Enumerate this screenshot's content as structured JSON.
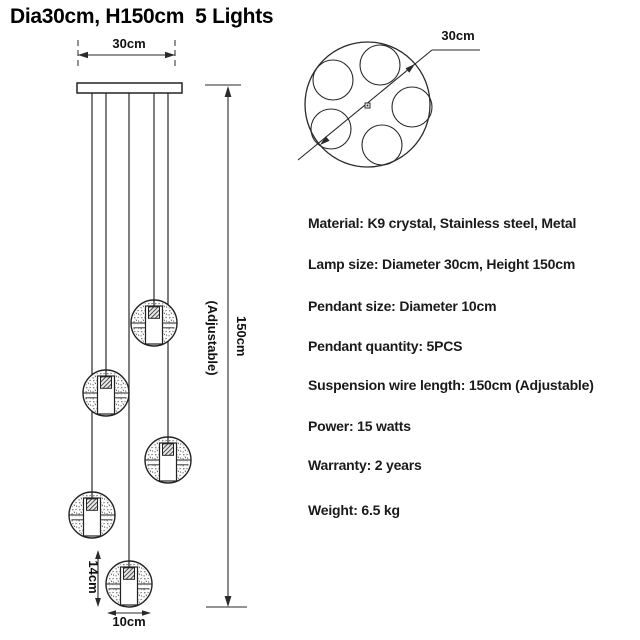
{
  "title": "Dia30cm, H150cm  5 Lights",
  "front_view": {
    "top_width_label": "30cm",
    "height_label": "150cm",
    "height_sublabel": "(Adjustable)",
    "drop_gap_label": "14cm",
    "pendant_diameter_label": "10cm"
  },
  "top_view": {
    "diameter_label": "30cm"
  },
  "specs": {
    "items": [
      {
        "text": "Material: K9 crystal, Stainless steel, Metal"
      },
      {
        "text": "Lamp size: Diameter 30cm, Height 150cm"
      },
      {
        "text": "Pendant size: Diameter 10cm"
      },
      {
        "text": "Pendant quantity: 5PCS"
      },
      {
        "text": "Suspension wire length: 150cm (Adjustable)"
      },
      {
        "text": "Power: 15 watts"
      },
      {
        "text": "Warranty: 2 years"
      },
      {
        "text": "Weight: 6.5 kg"
      }
    ]
  }
}
